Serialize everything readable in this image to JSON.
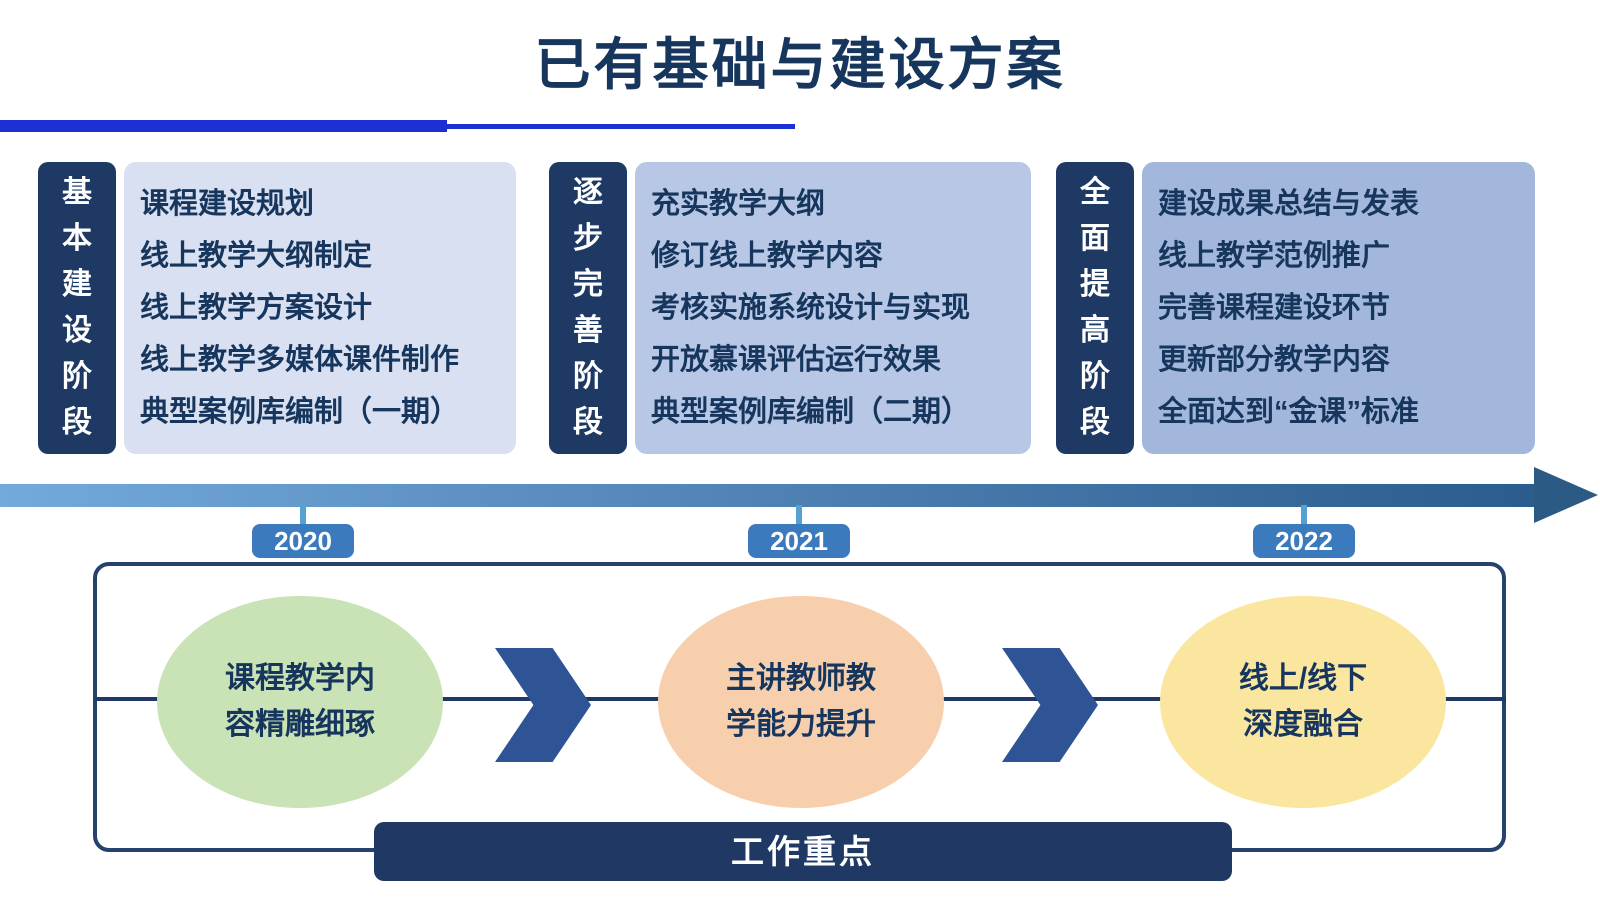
{
  "title": "已有基础与建设方案",
  "phases": [
    {
      "label": "基本建设阶段",
      "items": [
        "课程建设规划",
        "线上教学大纲制定",
        "线上教学方案设计",
        "线上教学多媒体课件制作",
        "典型案例库编制（一期）"
      ],
      "content_bg": "#d8e0f1"
    },
    {
      "label": "逐步完善阶段",
      "items": [
        "充实教学大纲",
        "修订线上教学内容",
        "考核实施系统设计与实现",
        "开放慕课评估运行效果",
        "典型案例库编制（二期）"
      ],
      "content_bg": "#b7c7e5"
    },
    {
      "label": "全面提高阶段",
      "items": [
        "建设成果总结与发表",
        "线上教学范例推广",
        "完善课程建设环节",
        "更新部分教学内容",
        "全面达到“金课”标准"
      ],
      "content_bg": "#a3b7dc"
    }
  ],
  "timeline": {
    "years": [
      "2020",
      "2021",
      "2022"
    ],
    "badge_color": "#3a7abd",
    "bar_gradient_start": "#74a9db",
    "bar_gradient_end": "#2a5c8e"
  },
  "work_focus": {
    "steps": [
      {
        "line1": "课程教学内",
        "line2": "容精雕细琢",
        "color": "#c9e3b6"
      },
      {
        "line1": "主讲教师教",
        "line2": "学能力提升",
        "color": "#f8cfad"
      },
      {
        "line1": "线上/线下",
        "line2": "深度融合",
        "color": "#fbe6a0"
      }
    ],
    "label": "工作重点",
    "label_bg": "#203864"
  },
  "colors": {
    "title": "#17365d",
    "underline": "#1b2fd2",
    "phase_label_bg": "#1e3a64",
    "panel_border": "#24426b",
    "chevron": "#2e5496"
  }
}
